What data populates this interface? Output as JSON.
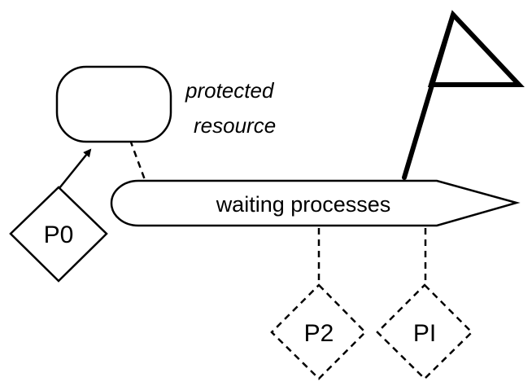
{
  "diagram": {
    "resource_label_line1": "protected",
    "resource_label_line2": "resource",
    "queue_label": "waiting processes",
    "processes": {
      "p0": "P0",
      "p2": "P2",
      "pi": "PI"
    }
  },
  "colors": {
    "stroke": "#000000",
    "fill": "#ffffff"
  }
}
